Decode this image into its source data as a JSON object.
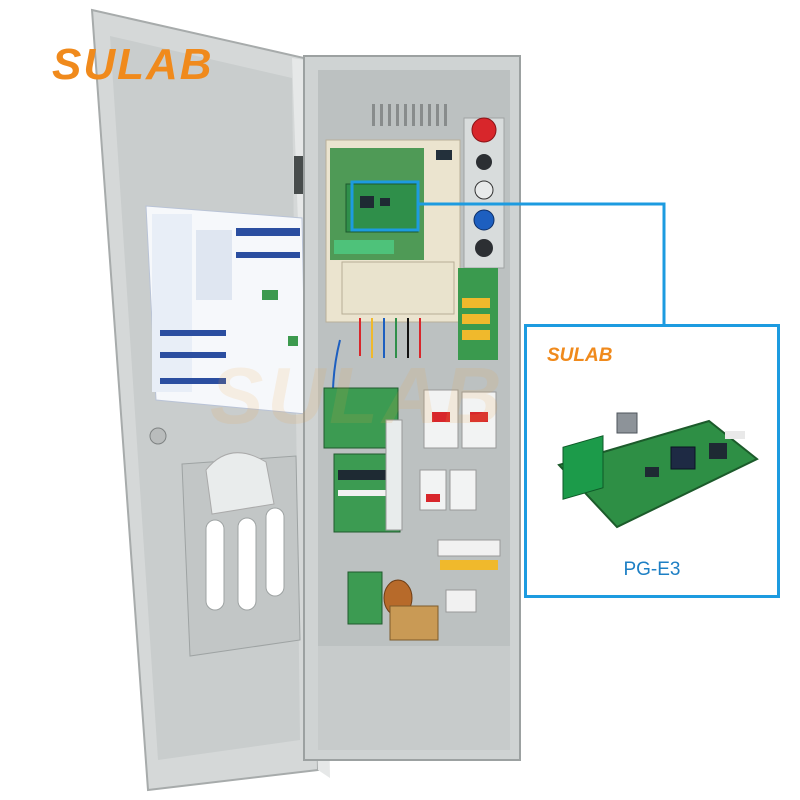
{
  "brand": {
    "logo_text": "SULAB",
    "watermark_text": "SULAB"
  },
  "inset": {
    "brand": "SULAB",
    "caption": "PG-E3"
  },
  "colors": {
    "accent_blue": "#1d9be0",
    "logo_orange": "#f08a1c",
    "cabinet_grey": "#d9dcdc",
    "pcb_green": "#2f8f4a",
    "emergency_red": "#d8262b"
  }
}
